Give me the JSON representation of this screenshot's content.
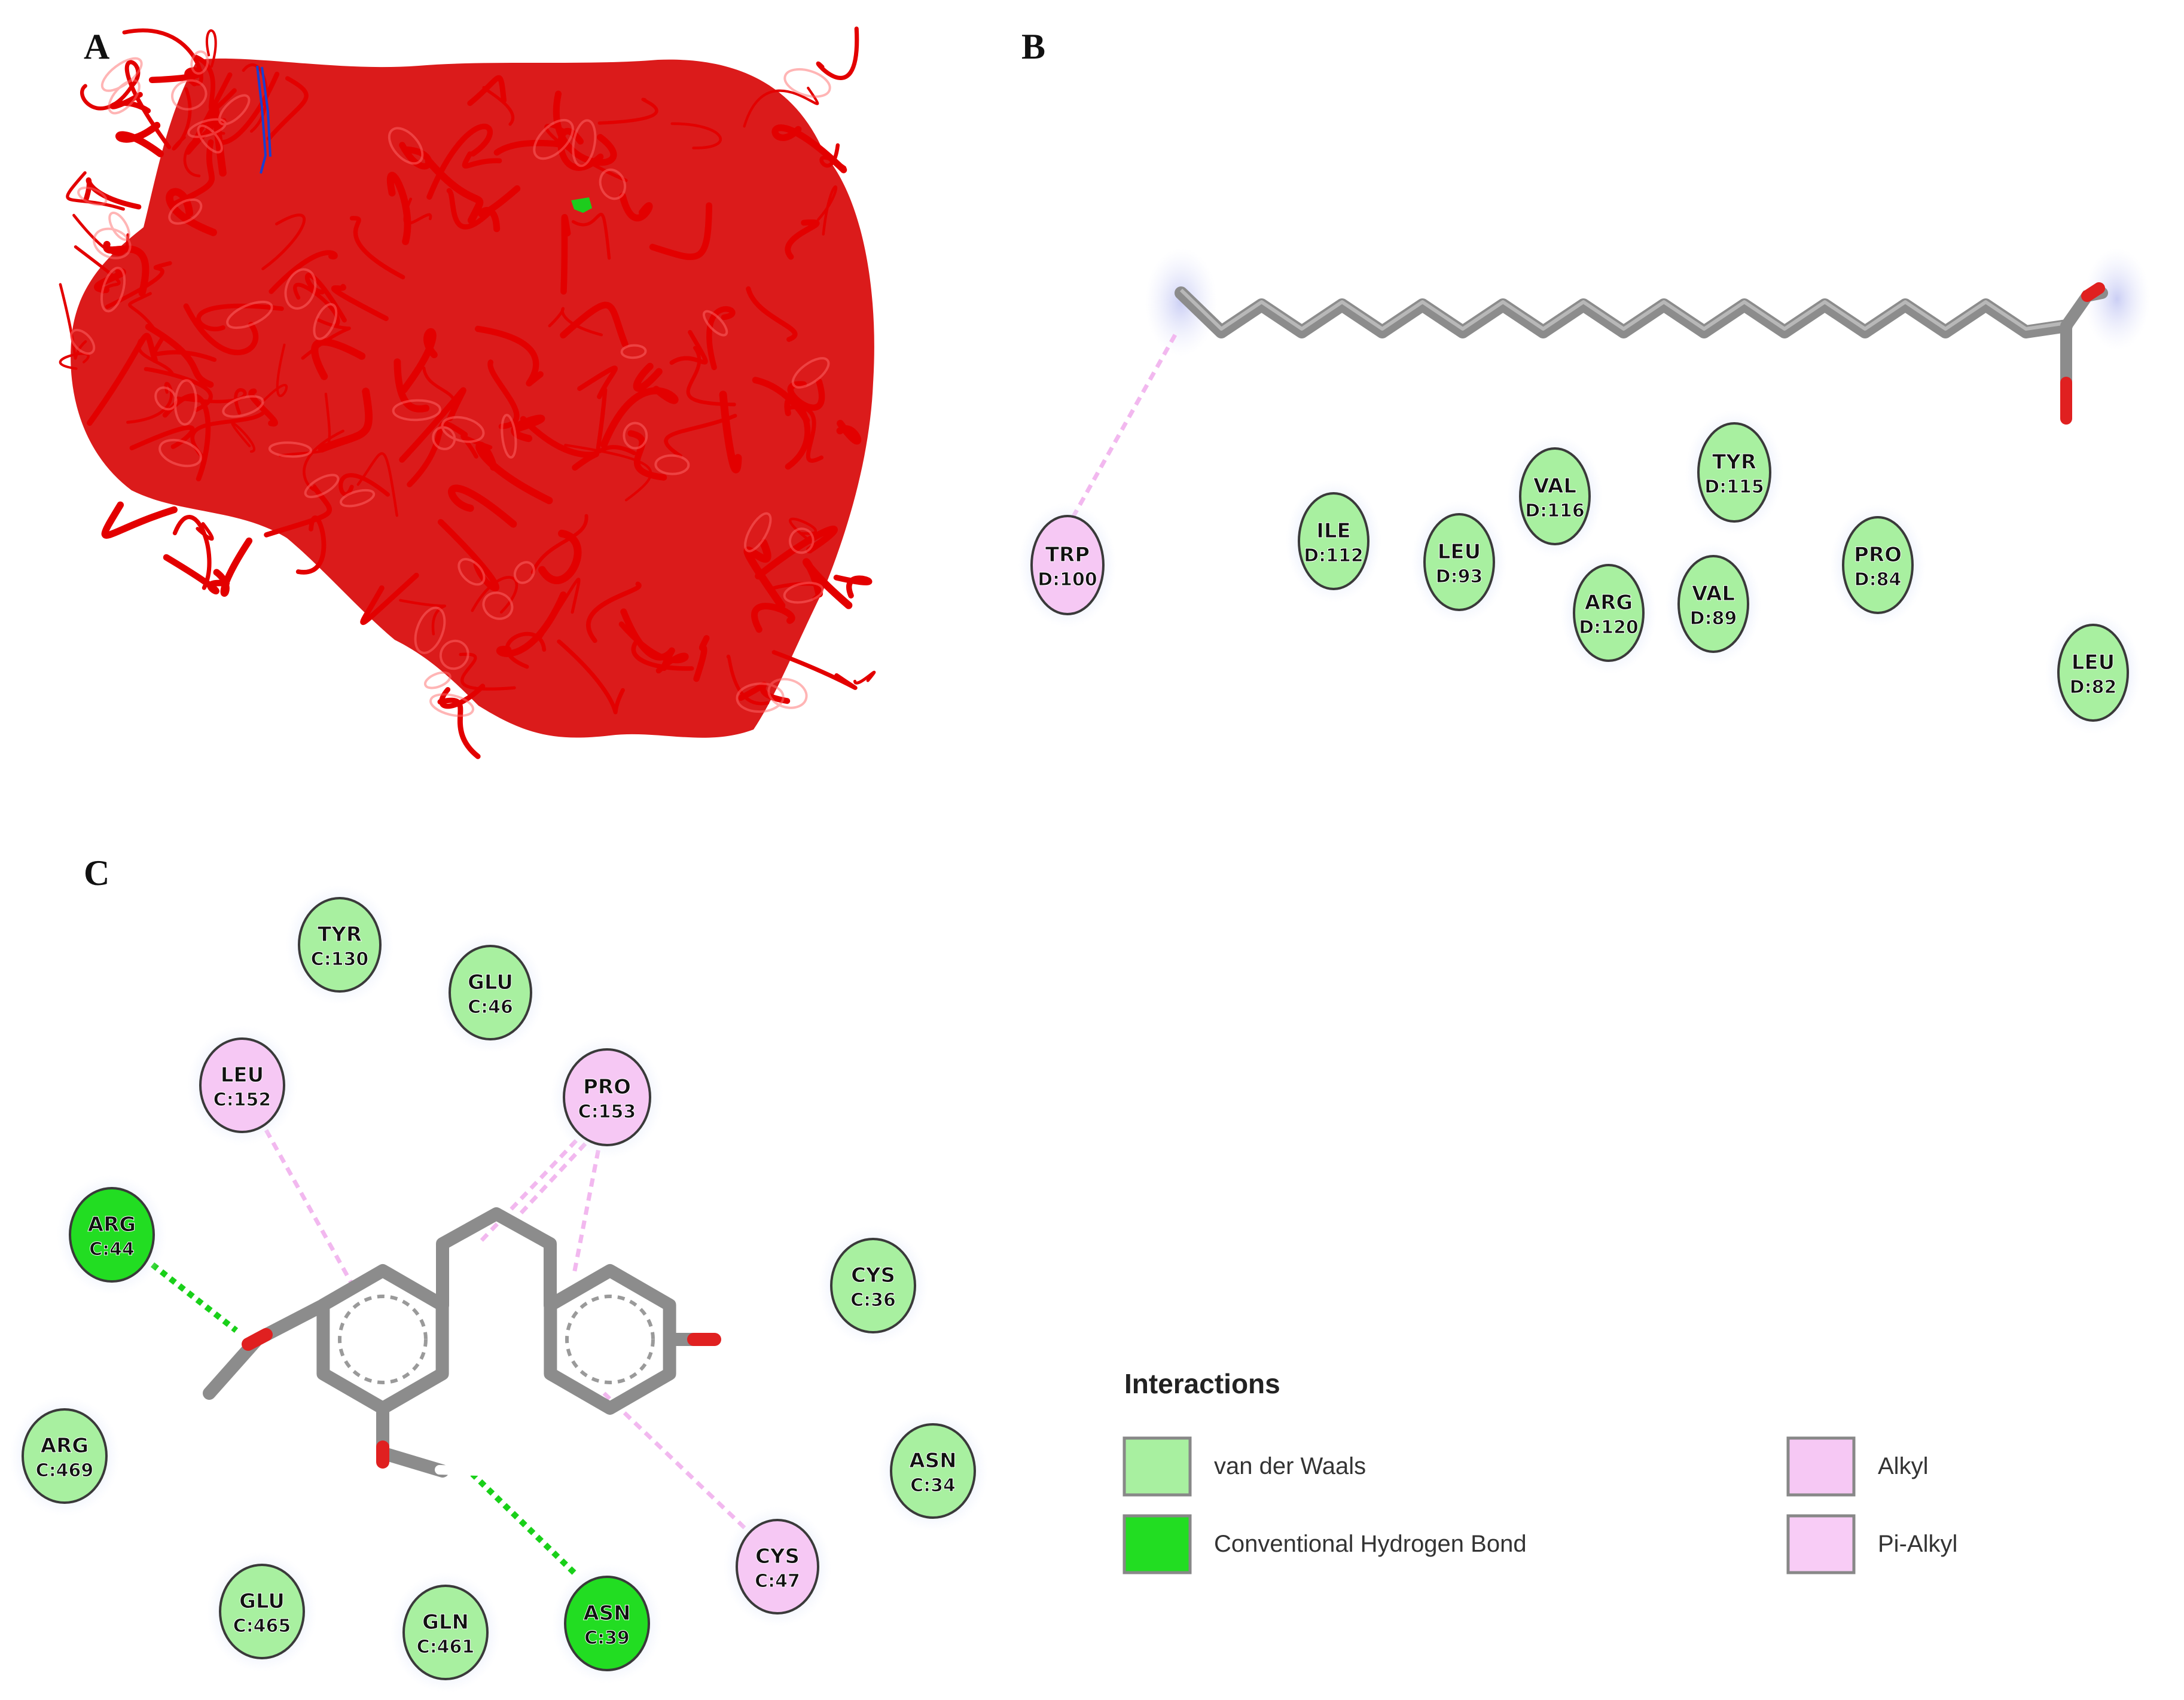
{
  "panels": {
    "a": {
      "label": "A"
    },
    "b": {
      "label": "B"
    },
    "c": {
      "label": "C"
    }
  },
  "panel_b": {
    "residues": [
      {
        "line1": "TRP",
        "line2": "D:100",
        "type": "pi_alkyl"
      },
      {
        "line1": "ILE",
        "line2": "D:112",
        "type": "vdw"
      },
      {
        "line1": "LEU",
        "line2": "D:93",
        "type": "vdw"
      },
      {
        "line1": "VAL",
        "line2": "D:116",
        "type": "vdw"
      },
      {
        "line1": "ARG",
        "line2": "D:120",
        "type": "vdw"
      },
      {
        "line1": "TYR",
        "line2": "D:115",
        "type": "vdw"
      },
      {
        "line1": "VAL",
        "line2": "D:89",
        "type": "vdw"
      },
      {
        "line1": "PRO",
        "line2": "D:84",
        "type": "vdw"
      },
      {
        "line1": "LEU",
        "line2": "D:82",
        "type": "vdw"
      }
    ]
  },
  "panel_c": {
    "residues": [
      {
        "line1": "TYR",
        "line2": "C:130",
        "type": "vdw"
      },
      {
        "line1": "GLU",
        "line2": "C:46",
        "type": "vdw"
      },
      {
        "line1": "LEU",
        "line2": "C:152",
        "type": "alkyl"
      },
      {
        "line1": "PRO",
        "line2": "C:153",
        "type": "alkyl"
      },
      {
        "line1": "ARG",
        "line2": "C:44",
        "type": "hbond"
      },
      {
        "line1": "CYS",
        "line2": "C:36",
        "type": "vdw"
      },
      {
        "line1": "ARG",
        "line2": "C:469",
        "type": "vdw"
      },
      {
        "line1": "ASN",
        "line2": "C:34",
        "type": "vdw"
      },
      {
        "line1": "CYS",
        "line2": "C:47",
        "type": "alkyl"
      },
      {
        "line1": "GLU",
        "line2": "C:465",
        "type": "vdw"
      },
      {
        "line1": "GLN",
        "line2": "C:461",
        "type": "vdw"
      },
      {
        "line1": "ASN",
        "line2": "C:39",
        "type": "hbond"
      }
    ]
  },
  "legend": {
    "title": "Interactions",
    "items": [
      {
        "label": "van der Waals",
        "color": "#a8f0a0"
      },
      {
        "label": "Conventional Hydrogen Bond",
        "color": "#22dd22"
      },
      {
        "label": "Alkyl",
        "color": "#f6c8f4"
      },
      {
        "label": "Pi-Alkyl",
        "color": "#f8ccf6"
      }
    ]
  },
  "colors": {
    "vdw": "#a8f0a0",
    "hbond": "#22dd22",
    "alkyl": "#f6c8f4",
    "pi_alkyl": "#f6c8f4",
    "protein": "#dd0000",
    "bond": "#8c8c8c"
  }
}
